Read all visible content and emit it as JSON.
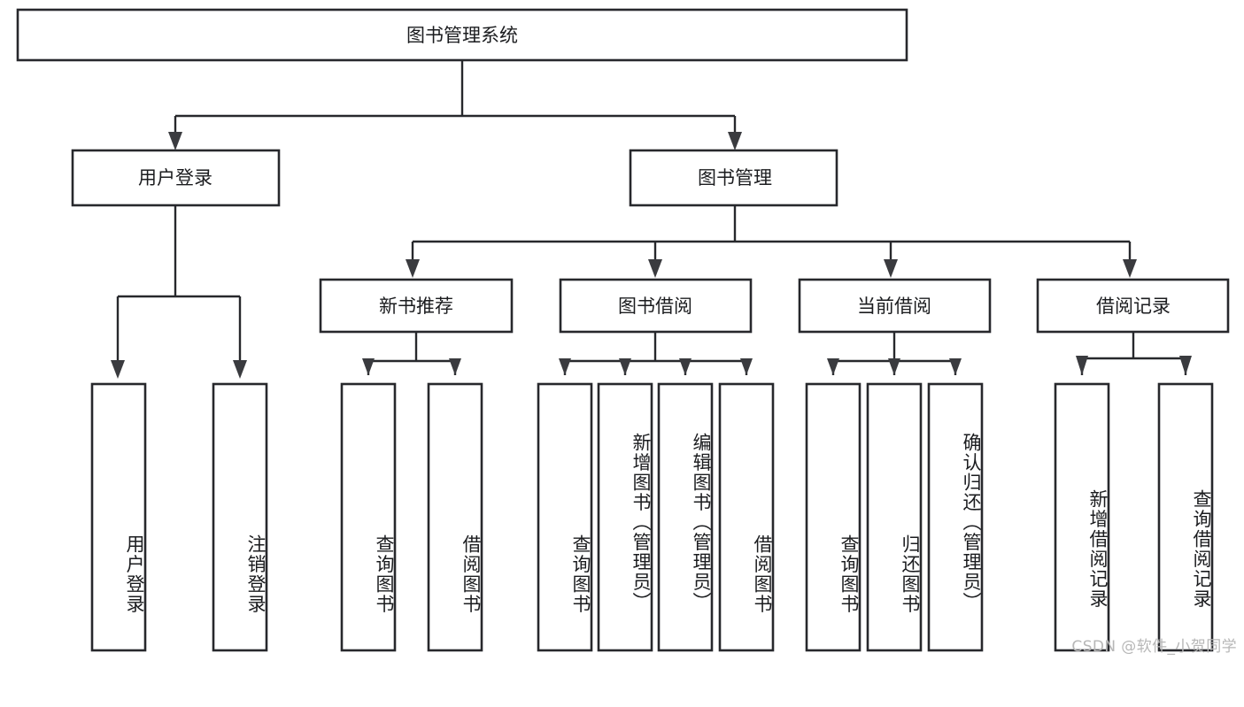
{
  "diagram": {
    "title": "图书管理系统",
    "type": "tree",
    "watermark": "CSDN @软件_小贺同学",
    "colors": {
      "stroke": "#27282c",
      "fill": "#ffffff",
      "text": "#1b1c1f",
      "watermark": "#b7b7b7",
      "background": "#ffffff"
    },
    "root": {
      "label": "图书管理系统"
    },
    "level2": [
      {
        "label": "用户登录"
      },
      {
        "label": "图书管理"
      }
    ],
    "level3": [
      {
        "label": "新书推荐"
      },
      {
        "label": "图书借阅"
      },
      {
        "label": "当前借阅"
      },
      {
        "label": "借阅记录"
      }
    ],
    "leaves": {
      "user_login": [
        {
          "label": "用户登录"
        },
        {
          "label": "注销登录"
        }
      ],
      "new_book": [
        {
          "label": "查询图书"
        },
        {
          "label": "借阅图书"
        }
      ],
      "book_borrow": [
        {
          "label": "查询图书"
        },
        {
          "label": "新增图书（管理员）"
        },
        {
          "label": "编辑图书（管理员）"
        },
        {
          "label": "借阅图书"
        }
      ],
      "current_borrow": [
        {
          "label": "查询图书"
        },
        {
          "label": "归还图书"
        },
        {
          "label": "确认归还（管理员）"
        }
      ],
      "borrow_record": [
        {
          "label": "新增借阅记录"
        },
        {
          "label": "查询借阅记录"
        }
      ]
    }
  }
}
